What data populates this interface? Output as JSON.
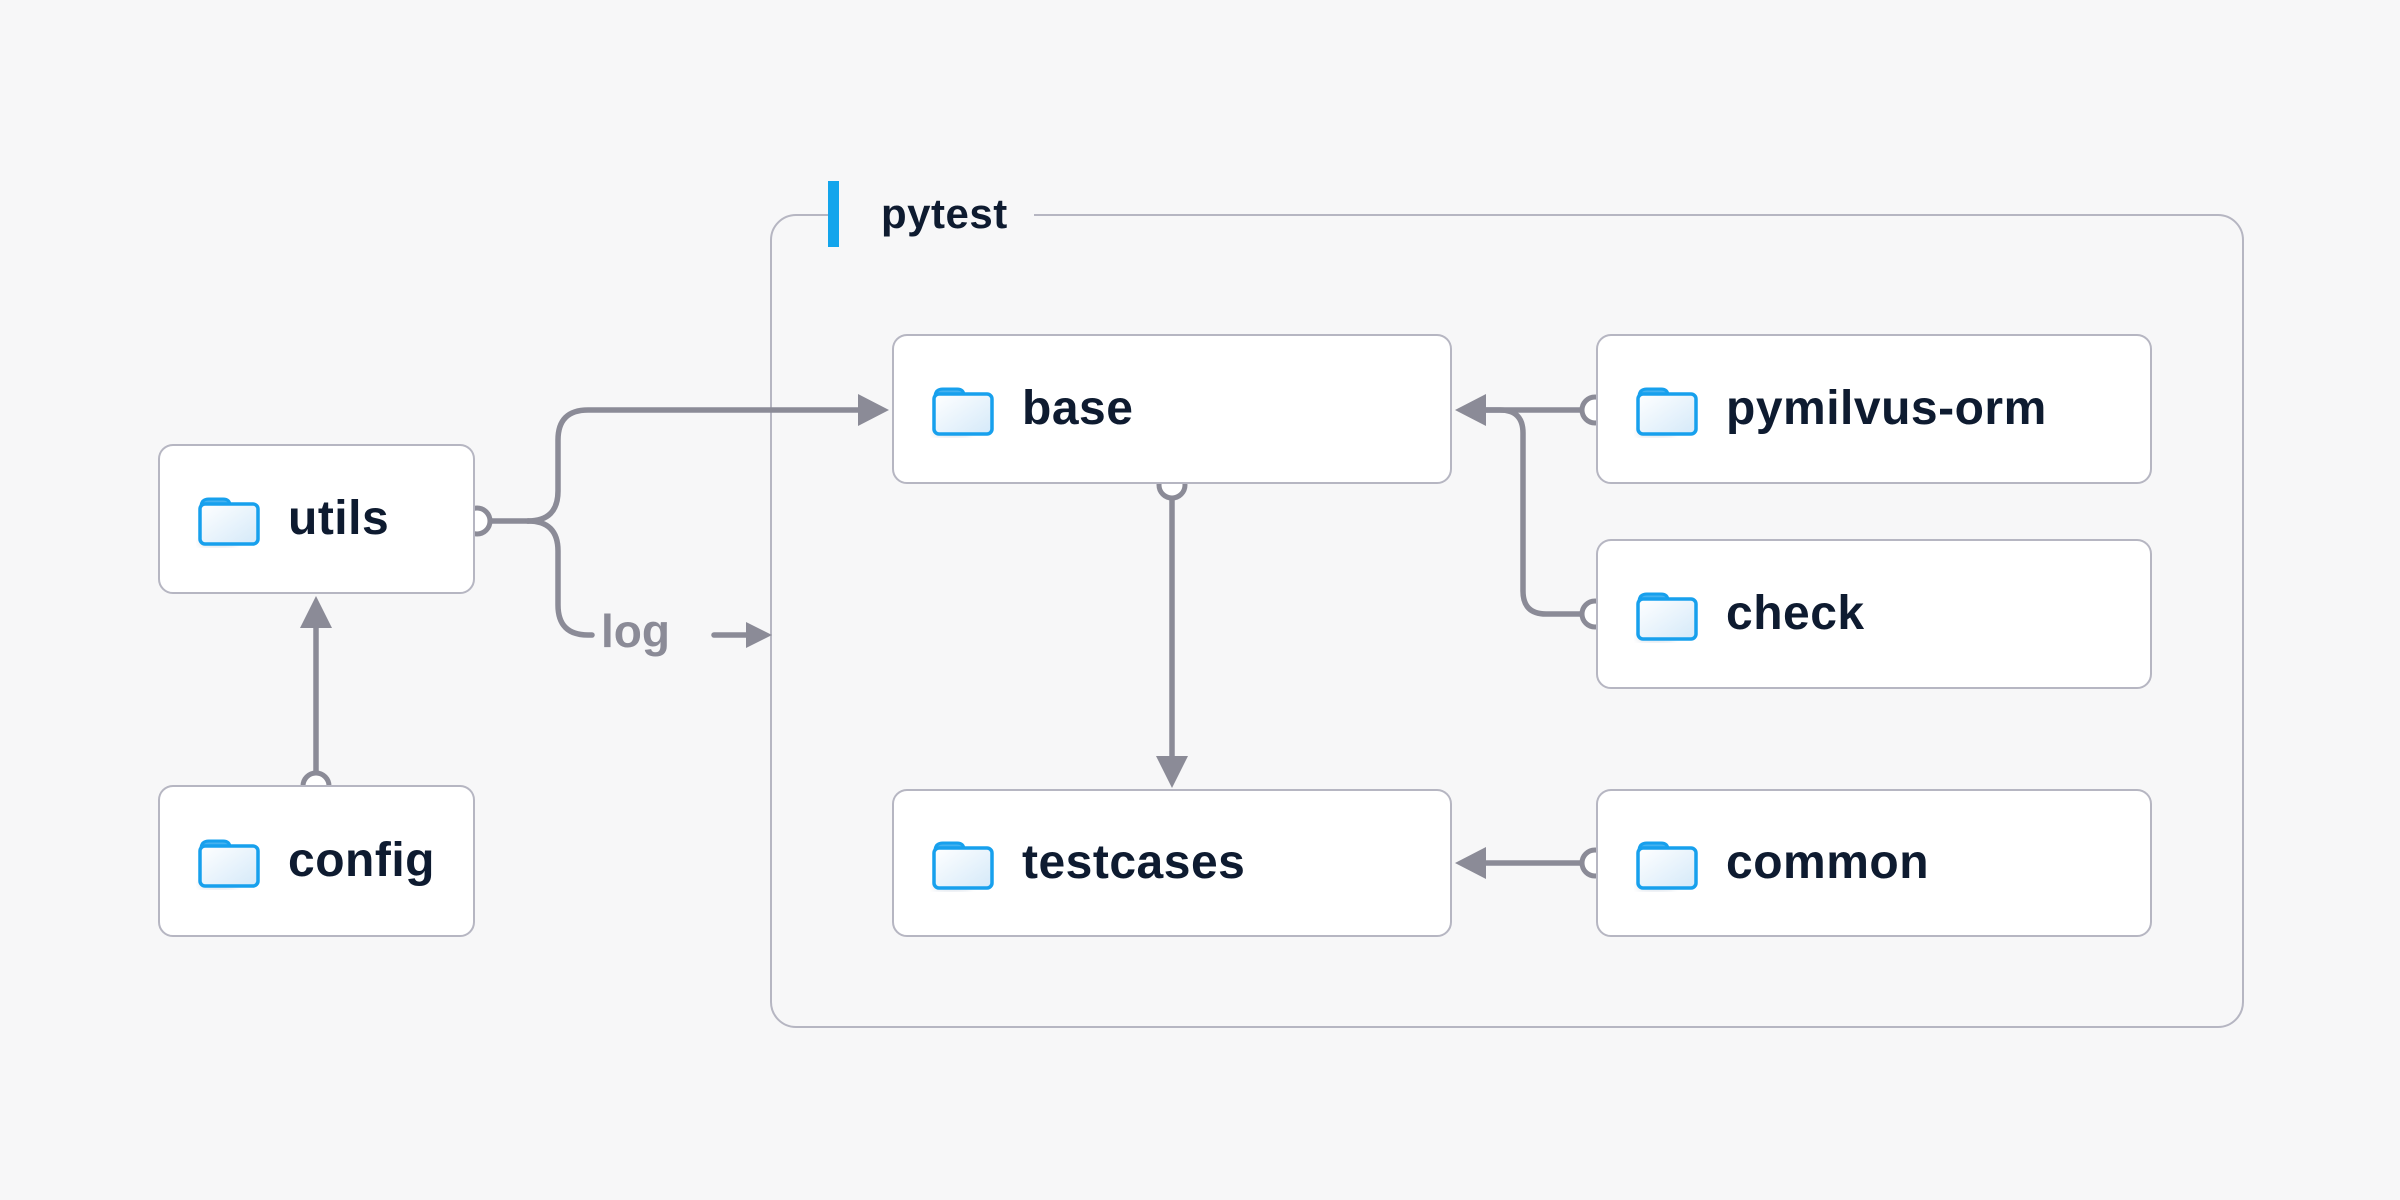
{
  "group": {
    "label": "pytest"
  },
  "nodes": [
    {
      "id": "utils",
      "label": "utils"
    },
    {
      "id": "config",
      "label": "config"
    },
    {
      "id": "base",
      "label": "base"
    },
    {
      "id": "pymilvus-orm",
      "label": "pymilvus-orm"
    },
    {
      "id": "check",
      "label": "check"
    },
    {
      "id": "testcases",
      "label": "testcases"
    },
    {
      "id": "common",
      "label": "common"
    }
  ],
  "edge_labels": {
    "log": "log"
  },
  "edges": [
    {
      "from": "utils",
      "to": "base"
    },
    {
      "from": "utils",
      "to": "log-output",
      "label": "log"
    },
    {
      "from": "config",
      "to": "utils"
    },
    {
      "from": "base",
      "to": "testcases"
    },
    {
      "from": "pymilvus-orm",
      "to": "base"
    },
    {
      "from": "check",
      "to": "base"
    },
    {
      "from": "common",
      "to": "testcases"
    }
  ],
  "colors": {
    "background": "#f7f7f8",
    "node_fill": "#ffffff",
    "node_border": "#b6b6c2",
    "connector": "#8b8b97",
    "text": "#0e1b30",
    "accent_blue": "#13a5ec",
    "folder_stroke": "#17a0ed"
  }
}
